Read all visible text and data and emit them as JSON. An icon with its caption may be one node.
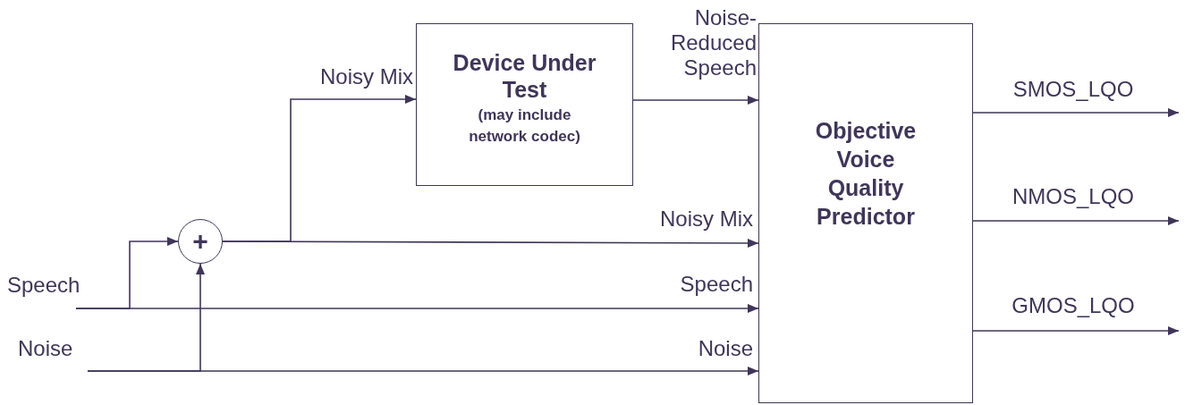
{
  "diagram": {
    "nodes": [
      {
        "text": [
          "Speech"
        ]
      },
      {
        "text": [
          "Noise"
        ]
      },
      {
        "text": [
          "+"
        ]
      },
      {
        "text": [
          "Device Under Test",
          "(may include network codec)"
        ]
      },
      {
        "text": [
          "Objective Voice Quality Predictor"
        ]
      }
    ],
    "edges": [
      {
        "from": 0,
        "to": 2,
        "arrow": "to"
      },
      {
        "from": 0,
        "to": 4,
        "arrow": "to",
        "label": "Speech"
      },
      {
        "from": 1,
        "to": 2,
        "arrow": "to"
      },
      {
        "from": 1,
        "to": 4,
        "arrow": "to",
        "label": "Noise"
      },
      {
        "from": 2,
        "to": 3,
        "arrow": "to",
        "label": "Noisy Mix"
      },
      {
        "from": 2,
        "to": 4,
        "arrow": "to",
        "label": "Noisy Mix"
      },
      {
        "from": 3,
        "to": 4,
        "arrow": "to",
        "label": "Noise-Reduced Speech"
      },
      {
        "from": 4,
        "to": null,
        "arrow": "to",
        "label": "SMOS_LQO"
      },
      {
        "from": 4,
        "to": null,
        "arrow": "to",
        "label": "NMOS_LQO"
      },
      {
        "from": 4,
        "to": null,
        "arrow": "to",
        "label": "GMOS_LQO"
      }
    ]
  }
}
